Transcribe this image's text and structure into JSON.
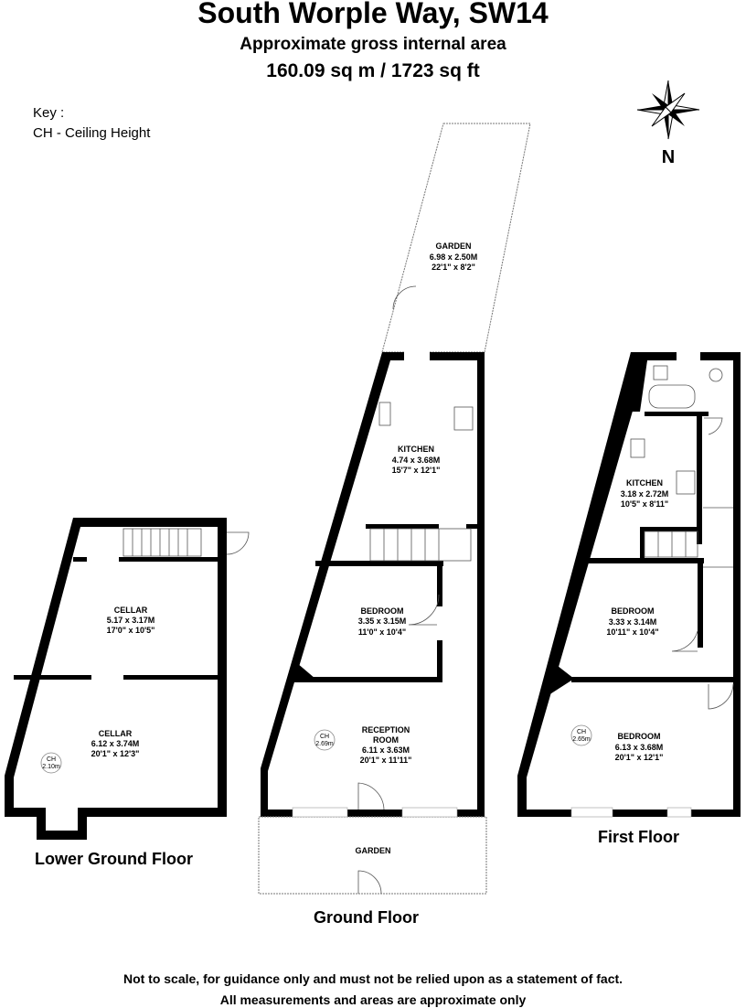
{
  "header": {
    "title": "South Worple Way, SW14",
    "subtitle": "Approximate gross internal area",
    "area": "160.09 sq m /  1723 sq ft"
  },
  "key": {
    "title": "Key :",
    "entry": "CH - Ceiling Height"
  },
  "compass": {
    "north_label": "N"
  },
  "floors": {
    "lower_ground": {
      "label": "Lower Ground Floor",
      "rooms": [
        {
          "name": "CELLAR",
          "metric": "5.17 x 3.17M",
          "imperial": "17'0\" x 10'5\""
        },
        {
          "name": "CELLAR",
          "metric": "6.12 x 3.74M",
          "imperial": "20'1\" x 12'3\""
        }
      ],
      "ceiling": {
        "label": "CH",
        "value": "2.10m"
      }
    },
    "ground": {
      "label": "Ground Floor",
      "rooms": [
        {
          "name": "GARDEN",
          "metric": "6.98 x 2.50M",
          "imperial": "22'1\" x 8'2\""
        },
        {
          "name": "KITCHEN",
          "metric": "4.74 x 3.68M",
          "imperial": "15'7\" x 12'1\""
        },
        {
          "name": "BEDROOM",
          "metric": "3.35 x 3.15M",
          "imperial": "11'0\" x 10'4\""
        },
        {
          "name": "RECEPTION",
          "name2": "ROOM",
          "metric": "6.11 x 3.63M",
          "imperial": "20'1\" x 11'11\""
        },
        {
          "name": "GARDEN"
        }
      ],
      "ceiling": {
        "label": "CH",
        "value": "2.69m"
      }
    },
    "first": {
      "label": "First Floor",
      "rooms": [
        {
          "name": "KITCHEN",
          "metric": "3.18 x 2.72M",
          "imperial": "10'5\" x 8'11\""
        },
        {
          "name": "BEDROOM",
          "metric": "3.33 x 3.14M",
          "imperial": "10'11\" x 10'4\""
        },
        {
          "name": "BEDROOM",
          "metric": "6.13 x 3.68M",
          "imperial": "20'1\" x 12'1\""
        }
      ],
      "ceiling": {
        "label": "CH",
        "value": "2.65m"
      }
    }
  },
  "footer": {
    "line1": "Not to scale, for guidance only and must not be relied upon as a statement of fact.",
    "line2": "All measurements and areas are approximate only"
  }
}
